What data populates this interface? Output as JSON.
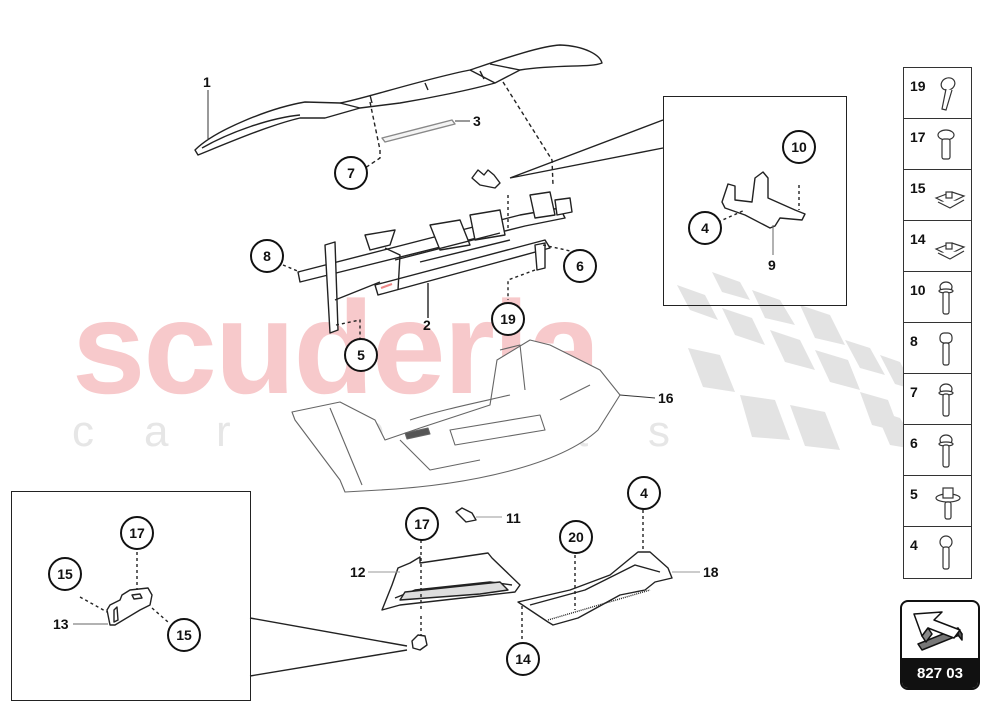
{
  "watermark": {
    "brand": "scuderia",
    "tagline_letters": [
      "c",
      "a",
      "r",
      "",
      "p",
      "a",
      "r",
      "t",
      "s"
    ],
    "brand_color": "#f7c9cb",
    "tagline_color": "#e6e6e6",
    "flag_color": "#e3e3e3"
  },
  "diagram": {
    "callouts": [
      {
        "id": "c7",
        "text": "7"
      },
      {
        "id": "c8",
        "text": "8"
      },
      {
        "id": "c5",
        "text": "5"
      },
      {
        "id": "c19",
        "text": "19"
      },
      {
        "id": "c6",
        "text": "6"
      },
      {
        "id": "c10",
        "text": "10"
      },
      {
        "id": "c4a",
        "text": "4"
      },
      {
        "id": "c17a",
        "text": "17"
      },
      {
        "id": "c15a",
        "text": "15"
      },
      {
        "id": "c15b",
        "text": "15"
      },
      {
        "id": "c17b",
        "text": "17"
      },
      {
        "id": "c20",
        "text": "20"
      },
      {
        "id": "c4b",
        "text": "4"
      },
      {
        "id": "c14",
        "text": "14"
      }
    ],
    "labels": [
      {
        "id": "l1",
        "text": "1"
      },
      {
        "id": "l2",
        "text": "2"
      },
      {
        "id": "l3",
        "text": "3"
      },
      {
        "id": "l9",
        "text": "9"
      },
      {
        "id": "l11",
        "text": "11"
      },
      {
        "id": "l12",
        "text": "12"
      },
      {
        "id": "l13",
        "text": "13"
      },
      {
        "id": "l16",
        "text": "16"
      },
      {
        "id": "l18",
        "text": "18"
      }
    ]
  },
  "legend": {
    "items": [
      {
        "number": "19",
        "icon": "pan-head-screw-icon"
      },
      {
        "number": "17",
        "icon": "button-head-bolt-icon"
      },
      {
        "number": "15",
        "icon": "spring-clip-nut-icon"
      },
      {
        "number": "14",
        "icon": "spring-clip-nut-icon"
      },
      {
        "number": "10",
        "icon": "flange-bolt-icon"
      },
      {
        "number": "8",
        "icon": "socket-cap-bolt-icon"
      },
      {
        "number": "7",
        "icon": "flange-bolt-icon"
      },
      {
        "number": "6",
        "icon": "flange-bolt-icon"
      },
      {
        "number": "5",
        "icon": "hex-flange-bolt-icon"
      },
      {
        "number": "4",
        "icon": "button-head-bolt-icon"
      }
    ]
  },
  "page_badge": {
    "icon": "arrow-up-left-icon",
    "number": "827 03"
  }
}
